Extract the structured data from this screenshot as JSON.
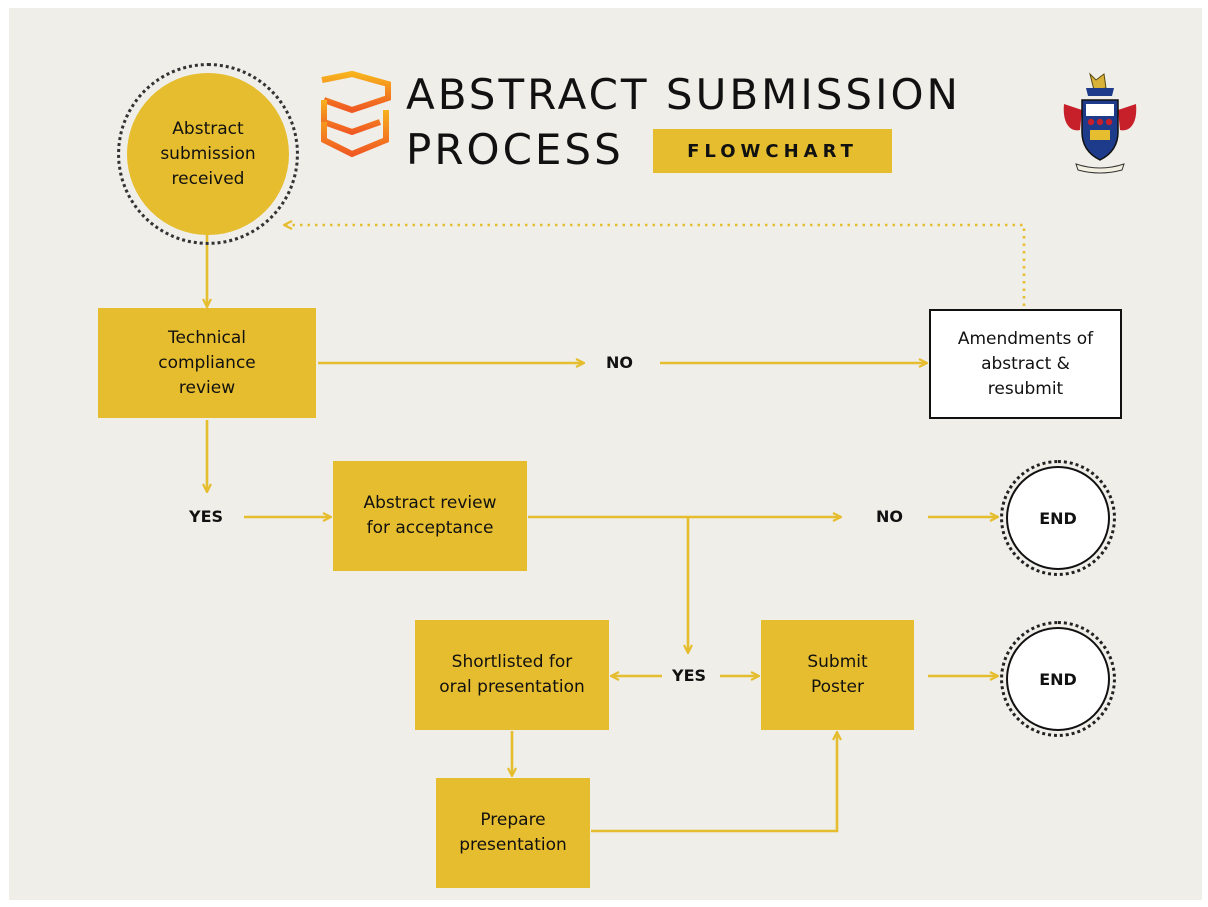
{
  "header": {
    "title_line1": "ABSTRACT SUBMISSION",
    "title_line2": "PROCESS",
    "tag": "FLOWCHART"
  },
  "nodes": {
    "start": "Abstract\nsubmission\nreceived",
    "technical_review": "Technical\ncompliance\nreview",
    "amendments": "Amendments of\nabstract &\nresubmit",
    "abstract_review": "Abstract review\nfor acceptance",
    "shortlisted": "Shortlisted for\noral presentation",
    "submit_poster": "Submit\nPoster",
    "prepare": "Prepare\npresentation",
    "end_top": "END",
    "end_bottom": "END"
  },
  "labels": {
    "no_technical": "NO",
    "yes_technical": "YES",
    "no_acceptance": "NO",
    "yes_acceptance": "YES"
  },
  "colors": {
    "accent": "#e6bd2e",
    "background": "#efeee9",
    "arrow": "#e6bd2e",
    "text": "#111111"
  },
  "icons": {
    "logo": "stacked-chevrons-logo",
    "crest": "coat-of-arms-crest"
  }
}
